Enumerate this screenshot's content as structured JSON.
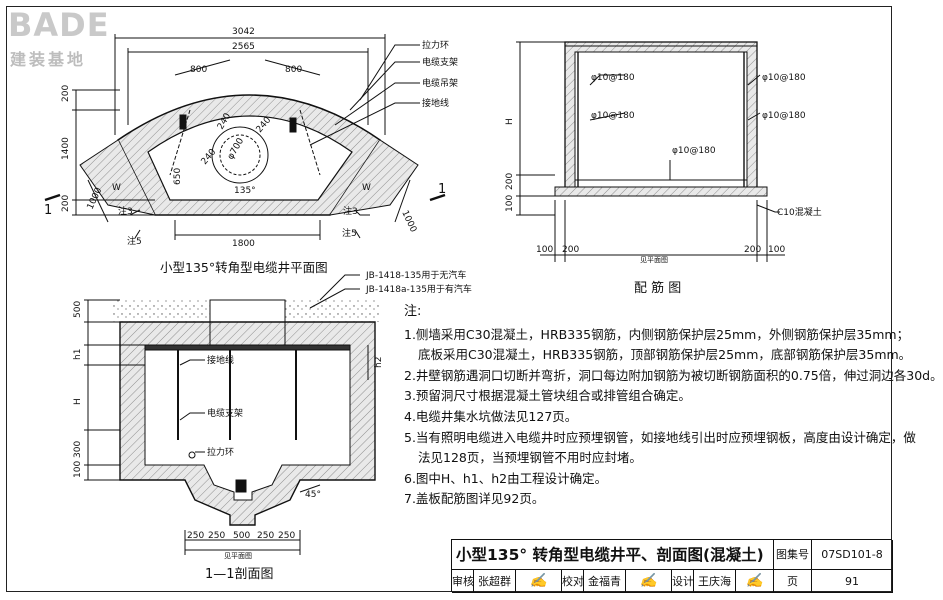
{
  "logo": {
    "name": "BADE",
    "subtitle": "建装基地"
  },
  "plan": {
    "caption": "小型135°转角型电缆井平面图",
    "dims": {
      "overall": "3042",
      "inner": "2565",
      "arm_left": "800",
      "arm_right": "800",
      "depth": "1400",
      "wall_top": "200",
      "wall_bottom": "200",
      "left_w": "1000",
      "right_w": "1000",
      "w": "W",
      "base": "1800",
      "r240a": "240",
      "r240b": "240",
      "r240c": "240",
      "dia": "φ700",
      "h650": "650",
      "angle": "135°"
    },
    "labels": {
      "pull_ring": "拉力环",
      "cable_bracket": "电缆支架",
      "cable_hanger": "电缆吊架",
      "ground_wire": "接地线",
      "note3": "注3",
      "note5": "注5",
      "section_mark": "1"
    }
  },
  "rebar": {
    "caption": "配  筋  图",
    "spec": "φ10@180",
    "h": "H",
    "h200": "200",
    "h100": "100",
    "dims_bottom": [
      "100",
      "200",
      "200",
      "100"
    ],
    "span": "见平面图",
    "concrete": "C10混凝土"
  },
  "section": {
    "caption": "1—1剖面图",
    "cover_a": "JB-1418-135用于无汽车",
    "cover_b": "JB-1418a-135用于有汽车",
    "h500": "500",
    "h1": "h1",
    "h2": "h2",
    "h": "H",
    "h300": "300",
    "h100": "100",
    "ground_wire": "接地线",
    "cable_bracket": "电缆支架",
    "pull_ring": "拉力环",
    "angle": "45°",
    "bottom_dims": [
      "250",
      "250",
      "500",
      "250",
      "250"
    ],
    "span": "见平面图"
  },
  "notes": {
    "head": "注:",
    "items": [
      {
        "line": "1.侧墙采用C30混凝土，HRB335钢筋，内侧钢筋保护层25mm，外侧钢筋保护层35mm；",
        "cont": "底板采用C30混凝土，HRB335钢筋，顶部钢筋保护层25mm，底部钢筋保护层35mm。"
      },
      {
        "line": "2.井壁钢筋遇洞口切断并弯折，洞口每边附加钢筋为被切断钢筋面积的0.75倍，伸过洞边各30d。",
        "cont": ""
      },
      {
        "line": "3.预留洞尺寸根据混凝土管块组合或排管组合确定。",
        "cont": ""
      },
      {
        "line": "4.电缆井集水坑做法见127页。",
        "cont": ""
      },
      {
        "line": "5.当有照明电缆进入电缆井时应预埋钢管，如接地线引出时应预埋钢板，高度由设计确定，做",
        "cont": "法见128页，当预埋钢管不用时应封堵。"
      },
      {
        "line": "6.图中H、h1、h2由工程设计确定。",
        "cont": ""
      },
      {
        "line": "7.盖板配筋图详见92页。",
        "cont": ""
      }
    ]
  },
  "titleblock": {
    "title": "小型135° 转角型电缆井平、剖面图(混凝土)",
    "atlas_label": "图集号",
    "atlas_no": "07SD101-8",
    "review_label": "审核",
    "reviewer": "张超群",
    "check_label": "校对",
    "checker": "金福青",
    "design_label": "设计",
    "designer": "王庆海",
    "page_label": "页",
    "page_no": "91"
  }
}
